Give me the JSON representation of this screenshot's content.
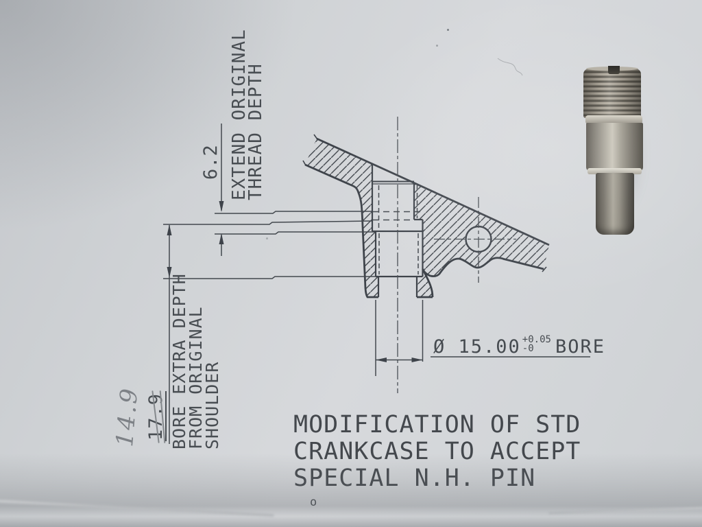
{
  "photo": {
    "paper_color": "#d2d5d8",
    "line_color": "#41464c",
    "pencil_color": "#7d8186"
  },
  "drawing": {
    "title_lines": [
      "MODIFICATION OF STD",
      "CRANKCASE TO ACCEPT",
      "SPECIAL N.H. PIN"
    ],
    "note_mark": "o",
    "dimensions": {
      "thread_extension": {
        "value": "6.2",
        "label_line1": "EXTEND ORIGINAL",
        "label_line2": "THREAD DEPTH"
      },
      "bore_extra_depth": {
        "printed_value": "17.9",
        "handwritten_value": "14.9",
        "label_line1": "BORE EXTRA DEPTH",
        "label_line2": "FROM ORIGINAL",
        "label_line3": "SHOULDER"
      },
      "bore_diameter": {
        "prefix": "Ø 15.00",
        "tol_plus": "+0.05",
        "tol_minus": "-0",
        "suffix": "BORE"
      }
    }
  },
  "part_photo": {
    "alt": "steel stepped pin with slotted threaded end"
  }
}
